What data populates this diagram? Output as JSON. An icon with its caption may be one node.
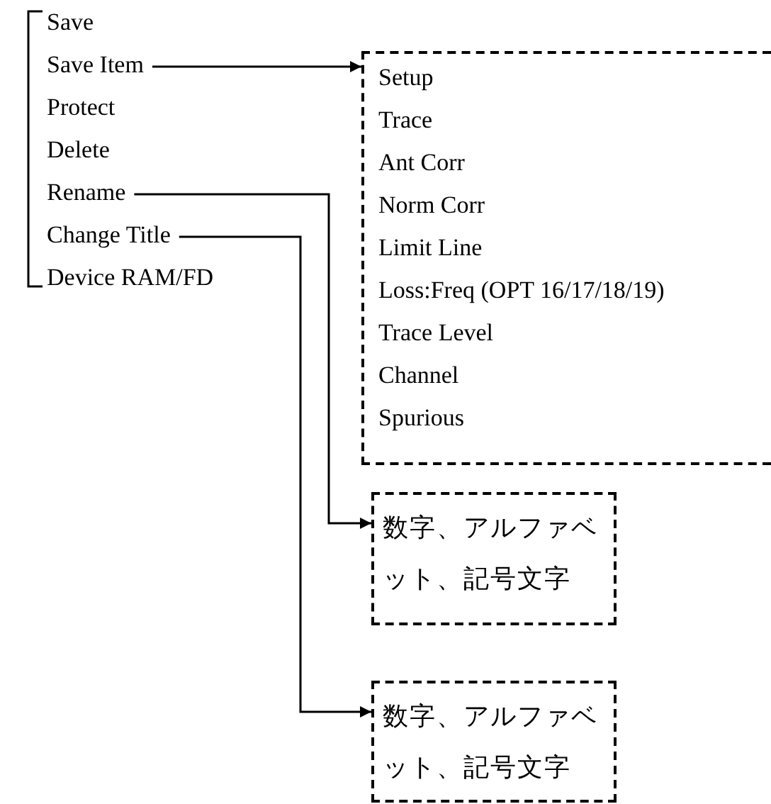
{
  "diagram": {
    "nodes": [
      {
        "text": [
          "Save Item"
        ]
      },
      {
        "text": [
          "Setup",
          "Trace",
          "Ant Corr",
          "Norm Corr",
          "Limit Line",
          "Loss:Freq (OPT 16/17/18/19)",
          "Trace Level",
          "Channel",
          "Spurious"
        ]
      },
      {
        "text": [
          "Rename"
        ]
      },
      {
        "text": [
          "数字、アルファベット、記号文字"
        ]
      },
      {
        "text": [
          "Change Title"
        ]
      },
      {
        "text": [
          "数字、アルファベット、記号文字"
        ]
      }
    ],
    "edges": [
      {
        "from": 0,
        "to": 1,
        "arrow": "to"
      },
      {
        "from": 2,
        "to": 3,
        "arrow": "to"
      },
      {
        "from": 4,
        "to": 5,
        "arrow": "to"
      }
    ],
    "labels": [
      "Save",
      "Protect",
      "Delete",
      "Device RAM/FD"
    ]
  }
}
